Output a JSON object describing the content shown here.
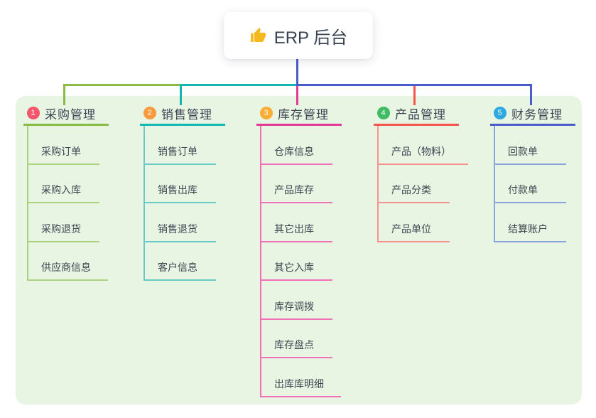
{
  "root": {
    "label": "ERP 后台",
    "icon": "thumbs-up",
    "connector_color": "#4a5cc9"
  },
  "branches": [
    {
      "num": "1",
      "label": "采购管理",
      "badge_color": "#f4566c",
      "line_color": "#88bc45",
      "child_line_color": "#a9d37d",
      "children": [
        "采购订单",
        "采购入库",
        "采购退货",
        "供应商信息"
      ]
    },
    {
      "num": "2",
      "label": "销售管理",
      "badge_color": "#f99a3e",
      "line_color": "#13b7b1",
      "child_line_color": "#66ccc4",
      "children": [
        "销售订单",
        "销售出库",
        "销售退货",
        "客户信息"
      ]
    },
    {
      "num": "3",
      "label": "库存管理",
      "badge_color": "#f9ad33",
      "line_color": "#e23a97",
      "child_line_color": "#ef72b8",
      "children": [
        "仓库信息",
        "产品库存",
        "其它出库",
        "其它入库",
        "库存调拨",
        "库存盘点",
        "出库库明细"
      ]
    },
    {
      "num": "4",
      "label": "产品管理",
      "badge_color": "#3fbc63",
      "line_color": "#f5554e",
      "child_line_color": "#f5928d",
      "children": [
        "产品（物料）",
        "产品分类",
        "产品单位"
      ]
    },
    {
      "num": "5",
      "label": "财务管理",
      "badge_color": "#2ba9e0",
      "line_color": "#4a5cc9",
      "child_line_color": "#8ba3dd",
      "children": [
        "回款单",
        "付款单",
        "结算账户"
      ]
    }
  ],
  "colors": {
    "canvas_bg": "#ffffff",
    "panel_bg": "#e8f5e3",
    "text": "#3a4352",
    "thumb_icon": "#f5b91e"
  }
}
